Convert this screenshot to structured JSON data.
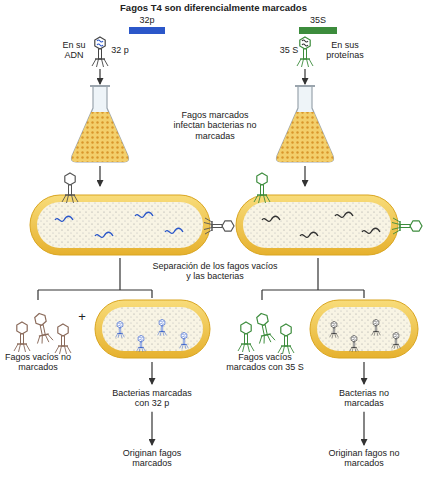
{
  "diagram": {
    "title": "Fagos T4 son diferencialmente marcados",
    "nodes": [
      {
        "text": [
          "Bacterias marcadas con 32 p"
        ]
      },
      {
        "text": [
          "Originan fagos marcados"
        ]
      },
      {
        "text": [
          "Bacterias no marcadas"
        ]
      },
      {
        "text": [
          "Originan fagos no marcados"
        ]
      }
    ],
    "edges": [
      {
        "from": 0,
        "to": 1,
        "arrow": "to"
      },
      {
        "from": 2,
        "to": 3,
        "arrow": "to"
      }
    ],
    "labels": [
      "En su ADN",
      "32 p",
      "35 S",
      "En sus proteínas",
      "Fagos marcados infectan bacterias no marcadas",
      "Separación de los fagos vacíos y las bacterias",
      "Fagos vacíos no marcados",
      "+",
      "Fagos vacíos marcados con 35 S"
    ],
    "legend": [
      {
        "text": "32p",
        "color": "#2b57c9"
      },
      {
        "text": "35S",
        "color": "#3c8c3c"
      }
    ]
  }
}
